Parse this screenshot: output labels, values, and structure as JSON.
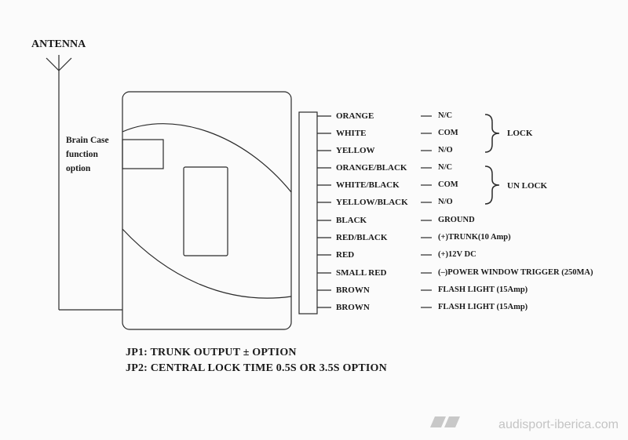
{
  "antenna": {
    "label": "ANTENNA"
  },
  "brain_case": {
    "line1": "Brain Case",
    "line2": "function",
    "line3": "option"
  },
  "wires": [
    {
      "name": "ORANGE",
      "function": "N/C"
    },
    {
      "name": "WHITE",
      "function": "COM"
    },
    {
      "name": "YELLOW",
      "function": "N/O"
    },
    {
      "name": "ORANGE/BLACK",
      "function": "N/C"
    },
    {
      "name": "WHITE/BLACK",
      "function": "COM"
    },
    {
      "name": "YELLOW/BLACK",
      "function": "N/O"
    },
    {
      "name": "BLACK",
      "function": "GROUND"
    },
    {
      "name": "RED/BLACK",
      "function": "(+)TRUNK(10 Amp)"
    },
    {
      "name": "RED",
      "function": "(+)12V DC"
    },
    {
      "name": "SMALL RED",
      "function": "(–)POWER WINDOW TRIGGER (250MA)"
    },
    {
      "name": "BROWN",
      "function": "FLASH LIGHT (15Amp)"
    },
    {
      "name": "BROWN",
      "function": "FLASH LIGHT (15Amp)"
    }
  ],
  "groups": {
    "lock": "LOCK",
    "unlock": "UN LOCK"
  },
  "notes": {
    "jp1": "JP1: TRUNK OUTPUT ± OPTION",
    "jp2": "JP2: CENTRAL LOCK TIME 0.5S OR 3.5S OPTION"
  },
  "watermark": "audisport-iberica.com"
}
